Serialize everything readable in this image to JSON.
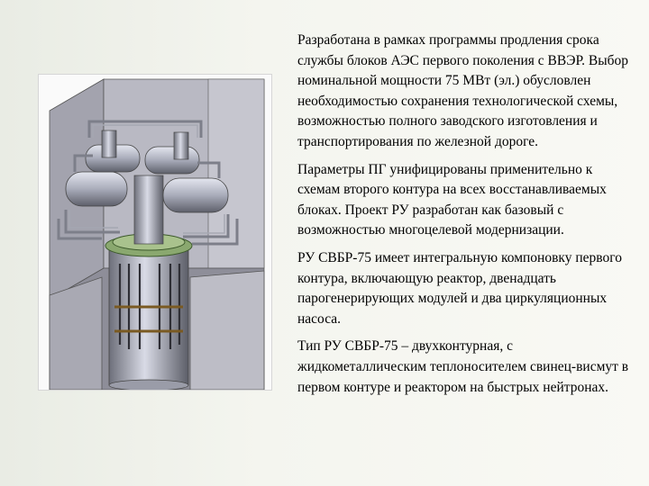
{
  "slide": {
    "paragraphs": [
      "Разработана в рамках программы продления срока службы блоков АЭС первого поколения с ВВЭР. Выбор номинальной мощности 75 МВт (эл.) обусловлен необходимостью сохранения технологической схемы, возможностью полного заводского изготовления и транспортирования по железной дороге.",
      "Параметры ПГ унифицированы применительно к схемам второго контура на всех восстанавливаемых блоках. Проект РУ разработан как базовый с возможностью многоцелевой модернизации.",
      "РУ СВБР-75 имеет интегральную компоновку первого контура, включающую реактор, двенадцать парогенерирующих модулей и два циркуляционных насоса.",
      "Тип РУ СВБР-75 – двухконтурная, с жидкометаллическим теплоносителем свинец-висмут в первом контуре и реактором на быстрых нейтронах."
    ]
  }
}
